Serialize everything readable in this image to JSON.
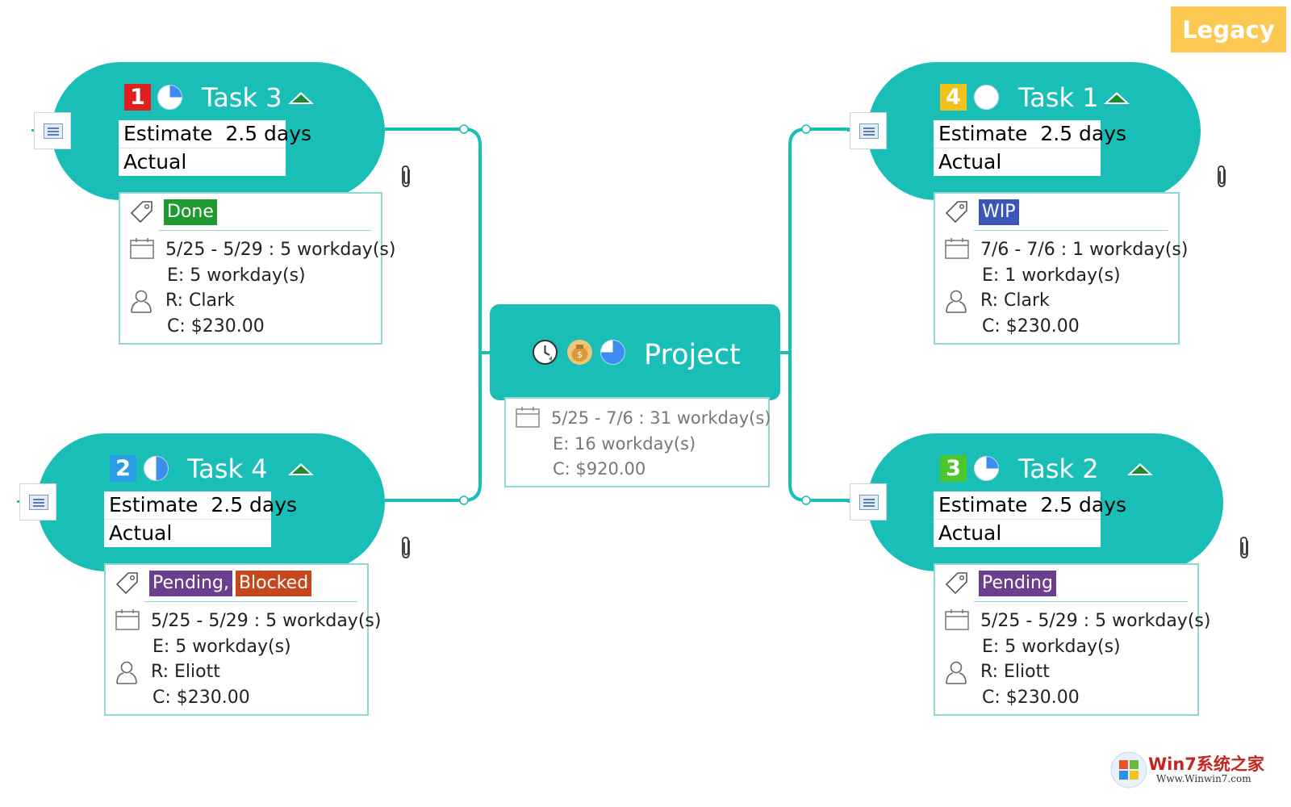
{
  "badge": "Legacy",
  "row_labels": {
    "estimate": "Estimate",
    "actual": "Actual"
  },
  "colors": {
    "node": "#19bfb7",
    "panel_border": "#8fd8d3",
    "priority_1": "#e02020",
    "priority_2": "#2b9de8",
    "priority_3": "#4cc62a",
    "priority_4": "#f2c21a",
    "tag_done": "#1f9a2e",
    "tag_wip": "#3a56b8",
    "tag_pending": "#6b3f8e",
    "tag_blocked": "#c8461c"
  },
  "tasks": [
    {
      "name": "Task 3",
      "priority": "1",
      "progress": 0.25,
      "estimate": "2.5 days",
      "actual": "",
      "tags": [
        {
          "label": "Done"
        }
      ],
      "dates": "5/25 - 5/29 : 5 workday(s)",
      "effort": "E: 5 workday(s)",
      "resource": "R: Clark",
      "cost": "C: $230.00"
    },
    {
      "name": "Task 1",
      "priority": "4",
      "progress": 0,
      "estimate": "2.5 days",
      "actual": "",
      "tags": [
        {
          "label": "WIP"
        }
      ],
      "dates": "7/6 - 7/6 : 1 workday(s)",
      "effort": "E: 1 workday(s)",
      "resource": "R: Clark",
      "cost": "C: $230.00"
    },
    {
      "name": "Task 4",
      "priority": "2",
      "progress": 0.5,
      "estimate": "2.5 days",
      "actual": "",
      "tags": [
        {
          "label": "Pending,"
        },
        {
          "label": "Blocked"
        }
      ],
      "dates": "5/25 - 5/29 : 5 workday(s)",
      "effort": "E: 5 workday(s)",
      "resource": "R: Eliott",
      "cost": "C: $230.00"
    },
    {
      "name": "Task 2",
      "priority": "3",
      "progress": 0.25,
      "estimate": "2.5 days",
      "actual": "",
      "tags": [
        {
          "label": "Pending"
        }
      ],
      "dates": "5/25 - 5/29 : 5 workday(s)",
      "effort": "E: 5 workday(s)",
      "resource": "R: Eliott",
      "cost": "C: $230.00"
    }
  ],
  "project": {
    "title": "Project",
    "progress": 0.75,
    "icons": [
      "clock-icon",
      "money-bag-icon",
      "progress-pie-icon"
    ],
    "dates": "5/25 - 7/6 : 31 workday(s)",
    "effort": "E: 16 workday(s)",
    "cost": "C: $920.00"
  },
  "watermark": {
    "brand": "Win7系统之家",
    "url": "Www.Winwin7.com"
  }
}
